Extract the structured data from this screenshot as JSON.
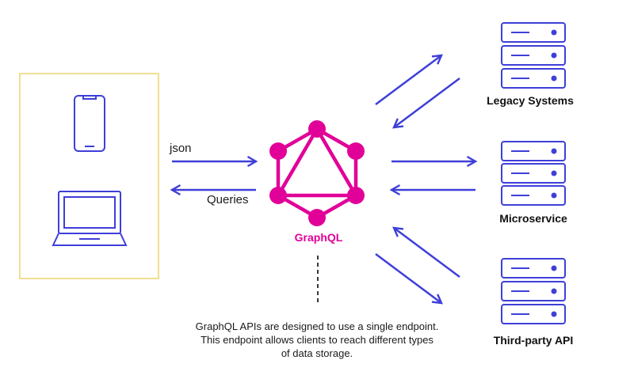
{
  "labels": {
    "json": "json",
    "queries": "Queries",
    "graphql": "GraphQL"
  },
  "servers": {
    "legacy": "Legacy Systems",
    "microservice": "Microservice",
    "third_party": "Third-party API"
  },
  "note": {
    "line1": "GraphQL APIs are designed to use a single endpoint.",
    "line2": "This endpoint allows clients to reach different types",
    "line3": "of data storage."
  },
  "colors": {
    "arrow": "#3e3fd8",
    "graphql": "#e10098",
    "client_box_border": "#e8c84a"
  }
}
